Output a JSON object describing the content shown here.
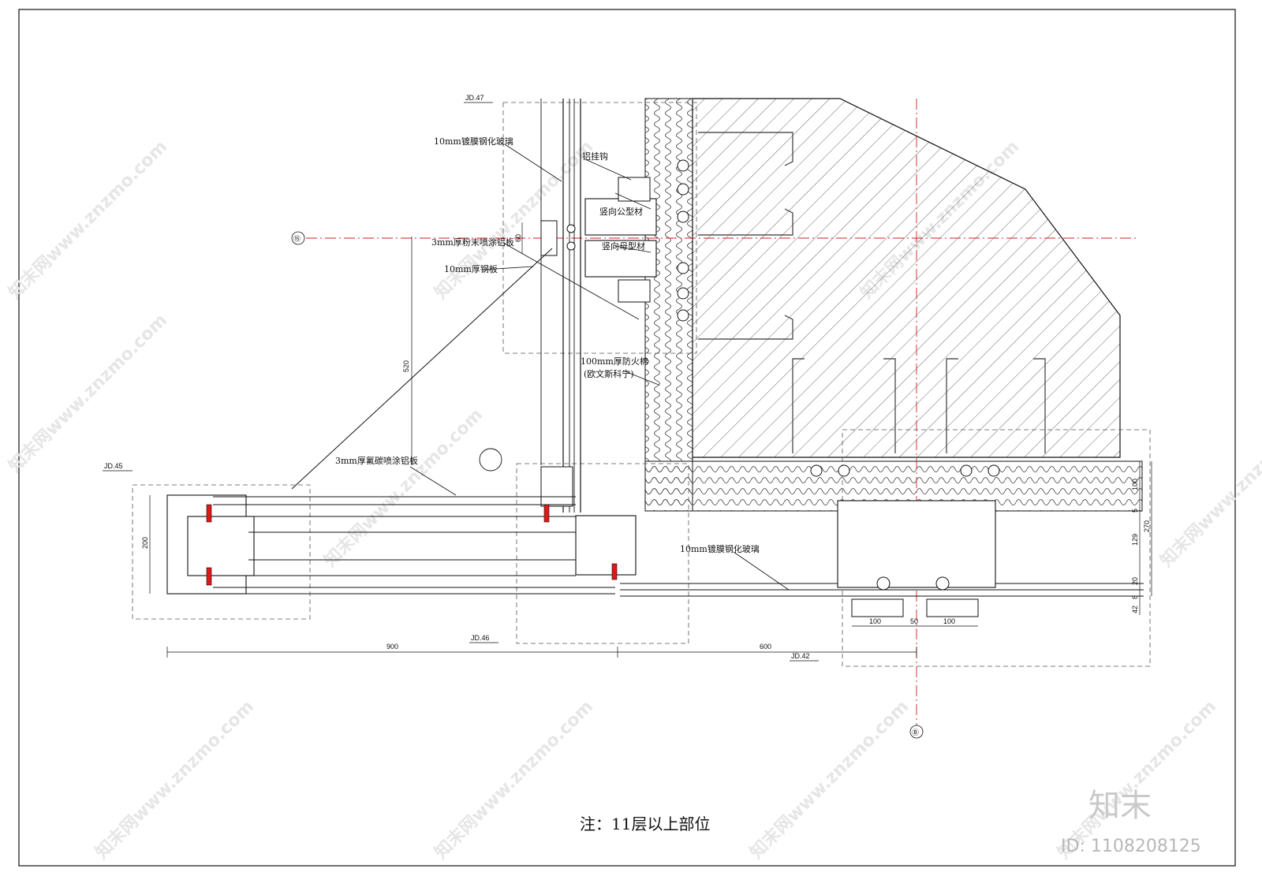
{
  "drawing": {
    "labels": {
      "glass_top": "10mm镀膜钢化玻璃",
      "al_hook": "铝挂钩",
      "male_profile": "竖向公型材",
      "female_profile": "竖向母型材",
      "powder_panel": "3mm厚粉末喷涂铝板",
      "steel_plate": "10mm厚钢板",
      "fire_wool_1": "100mm厚防火棉",
      "fire_wool_2": "(欧文斯科宁)",
      "fluoro_panel": "3mm厚氟碳喷涂铝板",
      "glass_bottom": "10mm镀膜钢化玻璃"
    },
    "details": {
      "jd47": "JD.47",
      "jd45": "JD.45",
      "jd46": "JD.46",
      "jd42": "JD.42"
    },
    "axes": {
      "axis_15": "⑮",
      "axis_b": "Ⓑ"
    },
    "dims": {
      "d60": "60",
      "d520": "520",
      "d200": "200",
      "d900": "900",
      "d600": "600",
      "d100a": "100",
      "d50": "50",
      "d100b": "100",
      "r100": "100",
      "r5": "5",
      "r129": "129",
      "r270": "270",
      "r20": "20",
      "r8": "8",
      "r42": "42"
    },
    "note": "注：11层以上部位"
  },
  "branding": {
    "logo": "知末",
    "image_id": "ID: 1108208125",
    "watermark": "知末网www.znzmo.com"
  },
  "colors": {
    "line": "#111111",
    "axis_red": "#d22222",
    "bolt_red": "#e01818",
    "hatch": "#444444"
  }
}
